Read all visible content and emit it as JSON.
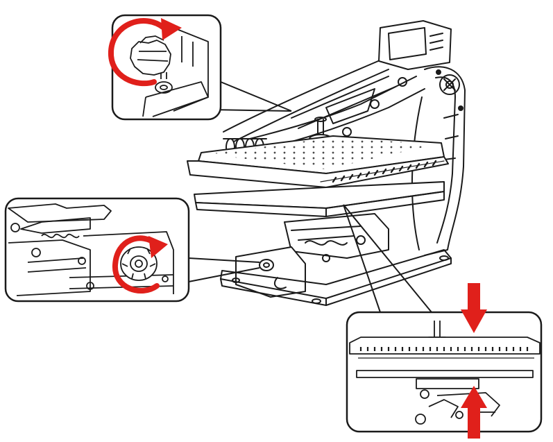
{
  "diagram": {
    "subject": "heat-press",
    "colors": {
      "line": "#1a1a1a",
      "arrow": "#e0201b",
      "background": "#ffffff",
      "inset_fill": "#ffffff"
    },
    "callouts": [
      {
        "id": "pressure-knob",
        "action": "rotate",
        "icon": "rotate-clockwise-icon"
      },
      {
        "id": "lower-adjust-knob",
        "action": "rotate",
        "icon": "rotate-clockwise-icon"
      },
      {
        "id": "platen-gap",
        "action": "press-together",
        "icon": "arrow-down-up-icon"
      }
    ]
  }
}
